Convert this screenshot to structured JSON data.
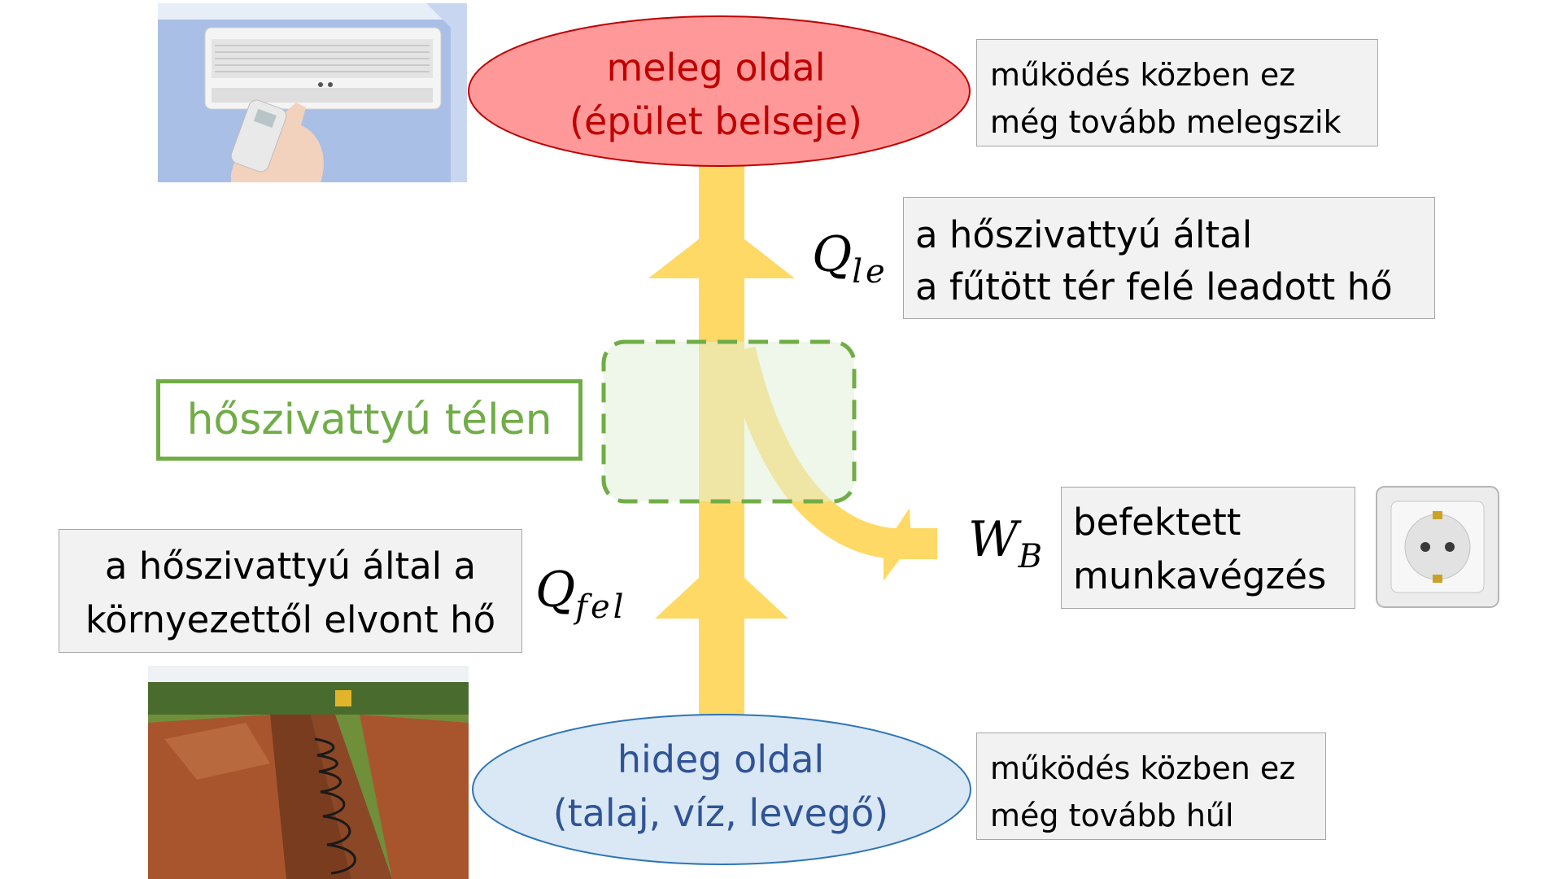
{
  "hot_side": {
    "line1": "meleg oldal",
    "line2": "(épület belseje)",
    "fill": "#ff9999",
    "text_color": "#c00000"
  },
  "cold_side": {
    "line1": "hideg oldal",
    "line2": "(talaj, víz, levegő)",
    "fill": "#dae7f5",
    "text_color": "#2f5496"
  },
  "heat_pump": {
    "label": "hőszivattyú télen",
    "color": "#70ad47"
  },
  "notes": {
    "hot_note": [
      "működés közben ez",
      "még tovább melegszik"
    ],
    "cold_note": [
      "működés közben ez",
      "még tovább hűl"
    ],
    "q_le_note": [
      "a hőszivattyú által",
      "a fűtött tér felé leadott hő"
    ],
    "q_fel_note": [
      "a hőszivattyú által a",
      "környezettől elvont hő"
    ],
    "w_b_note": [
      "befektett",
      "munkavégzés"
    ]
  },
  "symbols": {
    "q_le": {
      "main": "Q",
      "sub": "le"
    },
    "q_fel": {
      "main": "Q",
      "sub": "fel"
    },
    "w_b": {
      "main": "W",
      "sub": "B"
    }
  },
  "photos": {
    "air_conditioner": "air-conditioner-photo",
    "ground_trench": "ground-collector-trench-photo",
    "wall_socket": "wall-socket-photo"
  },
  "arrow_color": "#ffd966"
}
